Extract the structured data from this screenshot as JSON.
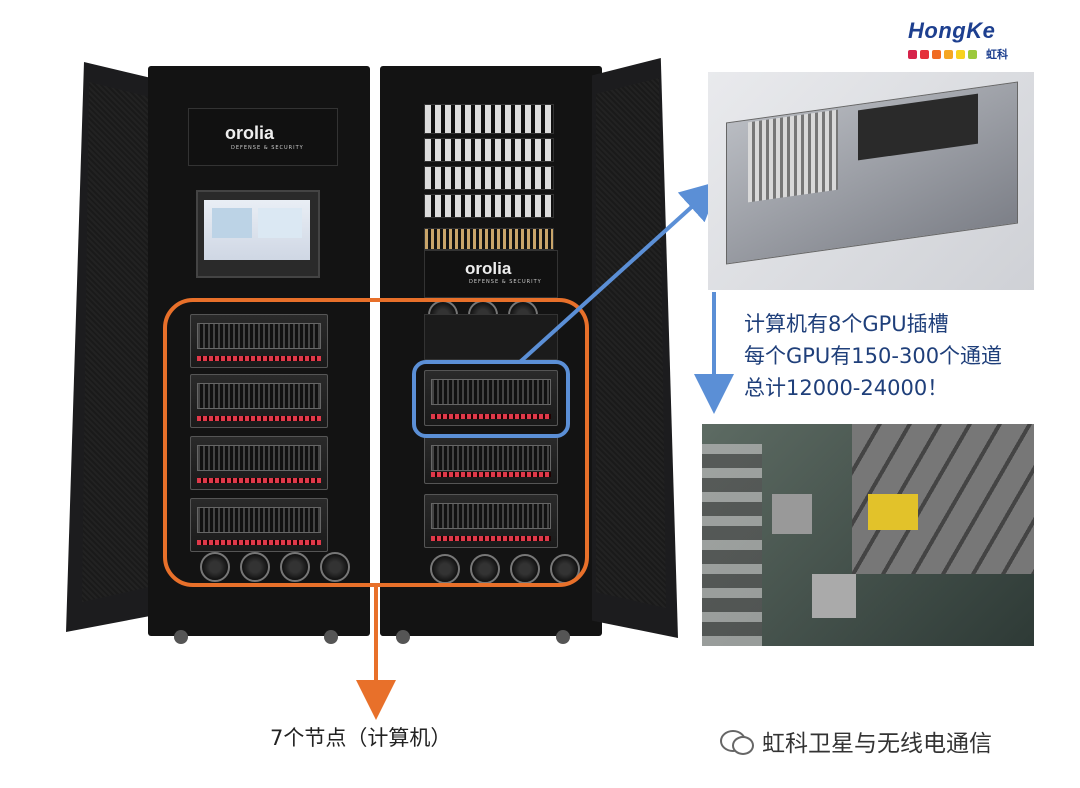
{
  "logo": {
    "brand": "HongKe",
    "brand_cn": "虹科",
    "dot_colors": [
      "#d6234a",
      "#e5303a",
      "#f06b23",
      "#f5a623",
      "#f7d21f",
      "#9cc93b"
    ]
  },
  "rack_left": {
    "panel_brand": "orolia",
    "panel_sub": "DEFENSE & SECURITY"
  },
  "rack_right": {
    "panel_brand": "orolia",
    "panel_sub": "DEFENSE & SECURITY"
  },
  "annotation": {
    "line1": "计算机有8个GPU插槽",
    "line2": "每个GPU有150-300个通道",
    "line3": "总计12000-24000！"
  },
  "caption": "7个节点（计算机）",
  "watermark": "虹科卫星与无线电通信",
  "colors": {
    "orange_highlight": "#e8702a",
    "blue_highlight": "#5b8fd6",
    "text_blue": "#1f3f7a"
  }
}
